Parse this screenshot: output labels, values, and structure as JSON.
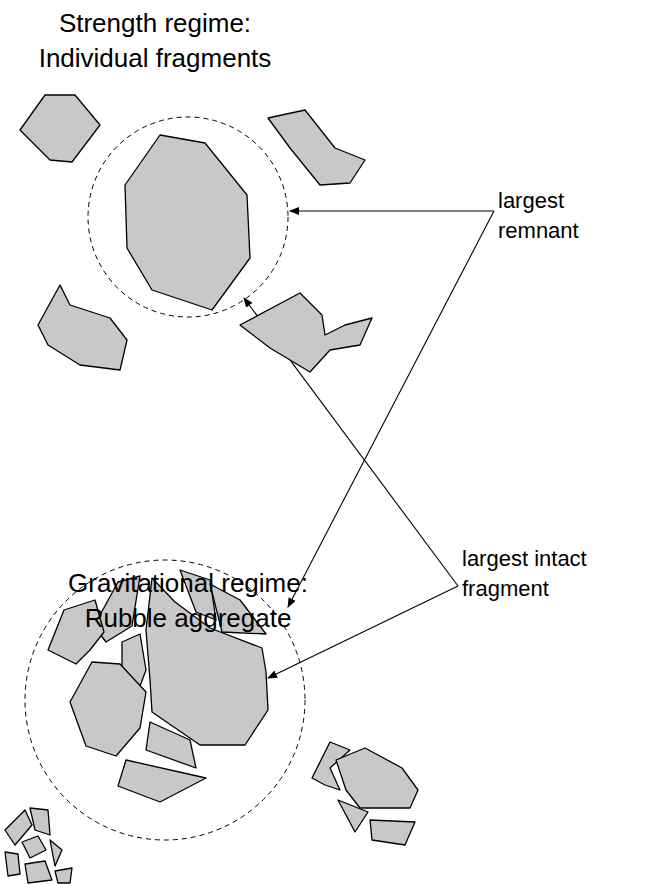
{
  "diagram": {
    "labels": [
      "Strength regime: Individual fragments",
      "largest remnant",
      "Gravitational regime: Rubble aggregate",
      "largest intact fragment"
    ]
  }
}
